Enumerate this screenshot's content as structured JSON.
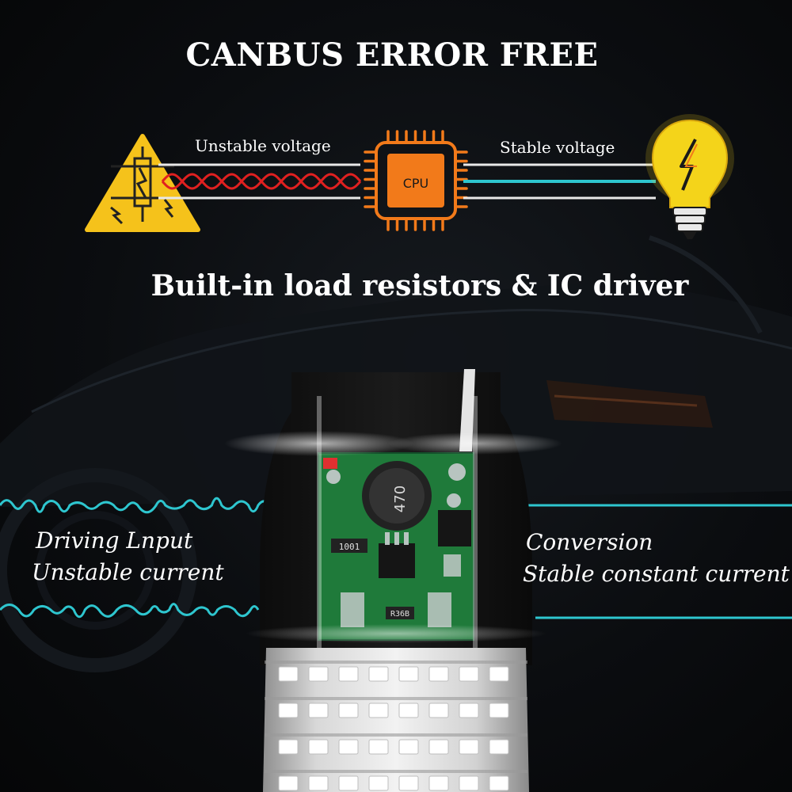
{
  "header": {
    "title": "CANBUS ERROR FREE",
    "subtitle": "Built-in load resistors & IC driver"
  },
  "diagram": {
    "input_label": "Unstable voltage",
    "output_label": "Stable voltage",
    "chip_label": "CPU"
  },
  "board": {
    "inductor_marking": "470",
    "resistor_marking_1": "1001",
    "resistor_marking_2": "R36B"
  },
  "left_panel": {
    "line1": "Driving Lnput",
    "line2": "Unstable current"
  },
  "right_panel": {
    "line1": "Conversion",
    "line2": "Stable constant current"
  },
  "colors": {
    "accent_orange": "#f27a1a",
    "wire_red": "#e02020",
    "wire_cyan": "#2ec6cf",
    "warning_yellow": "#f5c21b",
    "bulb_yellow": "#f4d41a",
    "pcb_green": "#1f7a3a"
  }
}
